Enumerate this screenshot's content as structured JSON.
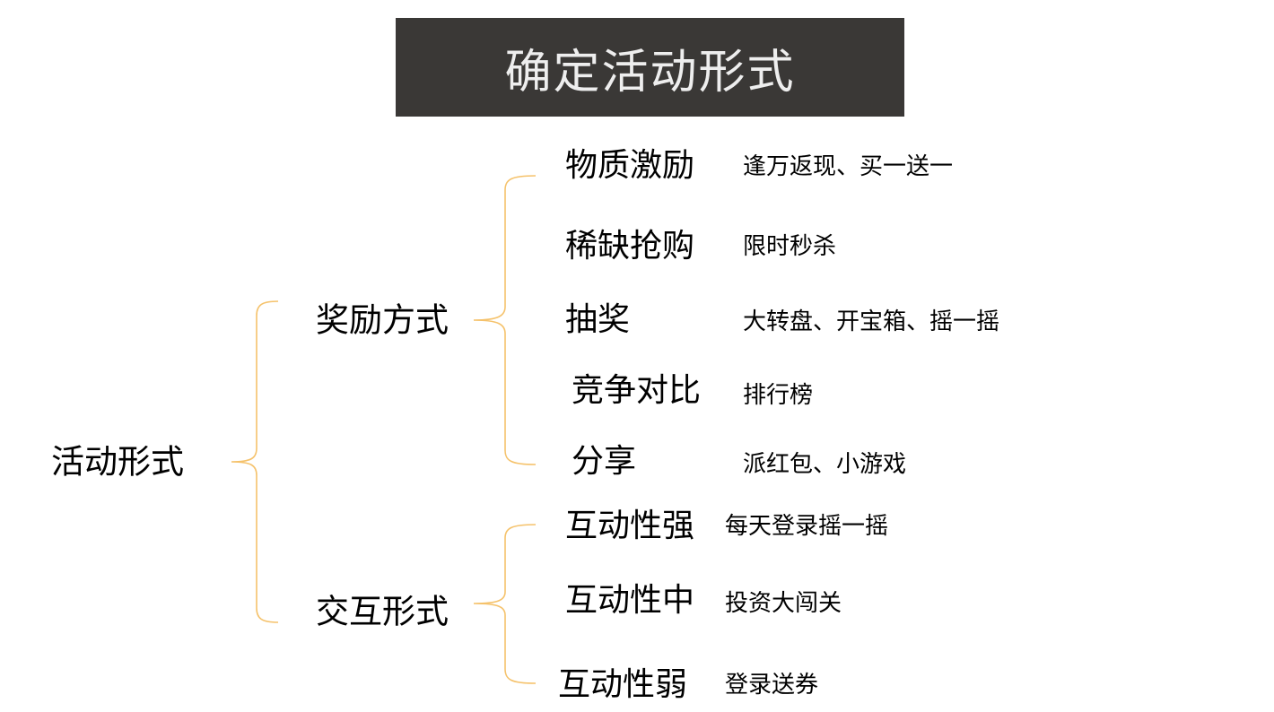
{
  "title": "确定活动形式",
  "colors": {
    "brace": "#F5C26B",
    "title_bg": "#3a3836",
    "title_text": "#eeeeee"
  },
  "root": "活动形式",
  "groups": [
    {
      "label": "奖励方式",
      "items": [
        {
          "label": "物质激励",
          "examples": "逢万返现、买一送一"
        },
        {
          "label": "稀缺抢购",
          "examples": "限时秒杀"
        },
        {
          "label": "抽奖",
          "examples": "大转盘、开宝箱、摇一摇"
        },
        {
          "label": "竞争对比",
          "examples": "排行榜"
        },
        {
          "label": "分享",
          "examples": "派红包、小游戏"
        }
      ]
    },
    {
      "label": "交互形式",
      "items": [
        {
          "label": "互动性强",
          "examples": "每天登录摇一摇"
        },
        {
          "label": "互动性中",
          "examples": "投资大闯关"
        },
        {
          "label": "互动性弱",
          "examples": "登录送券"
        }
      ]
    }
  ]
}
